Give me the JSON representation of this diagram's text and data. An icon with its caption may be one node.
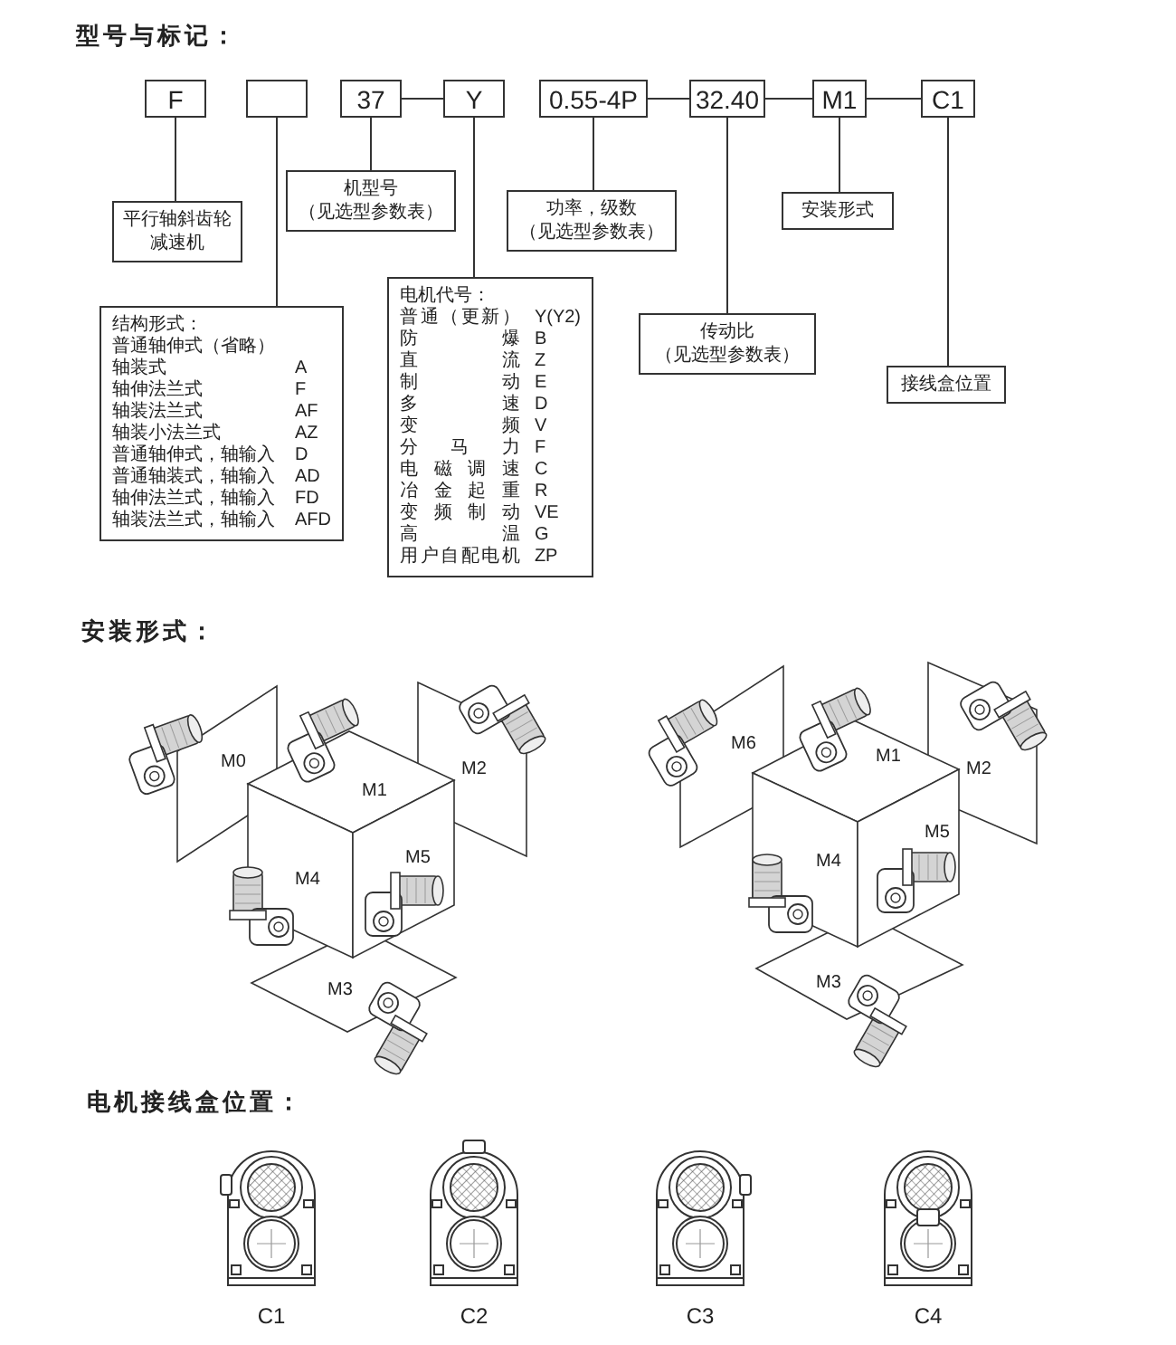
{
  "diagram": {
    "nodes": [
      {
        "text": [
          "F"
        ]
      },
      {
        "text": [],
        "shape": "box"
      },
      {
        "text": [
          "37"
        ]
      },
      {
        "text": [
          "Y"
        ]
      },
      {
        "text": [
          "0.55-4P"
        ]
      },
      {
        "text": [
          "32.40"
        ]
      },
      {
        "text": [
          "M1"
        ]
      },
      {
        "text": [
          "C1"
        ]
      },
      {
        "text": [
          "平行轴斜齿轮减速机"
        ]
      },
      {
        "text": [
          "机型号",
          "（见选型参数表）"
        ]
      },
      {
        "text": [
          "功率，级数",
          "（见选型参数表）"
        ]
      },
      {
        "text": [
          "安装形式"
        ]
      },
      {
        "text": [
          "结构形式：",
          "普通轴伸式（省略）",
          "轴装式",
          "A",
          "轴伸法兰式",
          "F",
          "轴装法兰式",
          "AF",
          "轴装小法兰式",
          "AZ",
          "普通轴伸式，轴输入",
          "D",
          "普通轴装式，轴输入",
          "AD",
          "轴伸法兰式，轴输入",
          "FD",
          "轴装法兰式，轴输入",
          "AFD"
        ]
      },
      {
        "text": [
          "电机代号：",
          "普通（更新）",
          "Y(Y2)",
          "防爆",
          "B",
          "直流",
          "Z",
          "制动",
          "E",
          "多速",
          "D",
          "变频",
          "V",
          "分马力",
          "F",
          "电磁调速",
          "C",
          "冶金起重",
          "R",
          "变频制动",
          "VE",
          "高温",
          "G",
          "用户自配电机",
          "ZP"
        ]
      },
      {
        "text": [
          "传动比",
          "（见选型参数表）"
        ]
      },
      {
        "text": [
          "接线盒位置"
        ]
      }
    ],
    "edges": [
      {
        "from": 2,
        "to": 3,
        "arrow": "none"
      },
      {
        "from": 4,
        "to": 5,
        "arrow": "none"
      },
      {
        "from": 5,
        "to": 6,
        "arrow": "none"
      },
      {
        "from": 6,
        "to": 7,
        "arrow": "none"
      },
      {
        "from": 0,
        "to": 8,
        "arrow": "none"
      },
      {
        "from": 1,
        "to": 12,
        "arrow": "none"
      },
      {
        "from": 2,
        "to": 9,
        "arrow": "none"
      },
      {
        "from": 3,
        "to": 13,
        "arrow": "none"
      },
      {
        "from": 4,
        "to": 10,
        "arrow": "none"
      },
      {
        "from": 5,
        "to": 14,
        "arrow": "none"
      },
      {
        "from": 6,
        "to": 11,
        "arrow": "none"
      },
      {
        "from": 7,
        "to": 15,
        "arrow": "none"
      }
    ],
    "labels": [
      "型号与标记：",
      "安装形式：",
      "M0",
      "M1",
      "M2",
      "M4",
      "M5",
      "M3",
      "M6",
      "M1",
      "M2",
      "M4",
      "M5",
      "M3",
      "电机接线盒位置：",
      "C1",
      "C2",
      "C3",
      "C4"
    ]
  }
}
